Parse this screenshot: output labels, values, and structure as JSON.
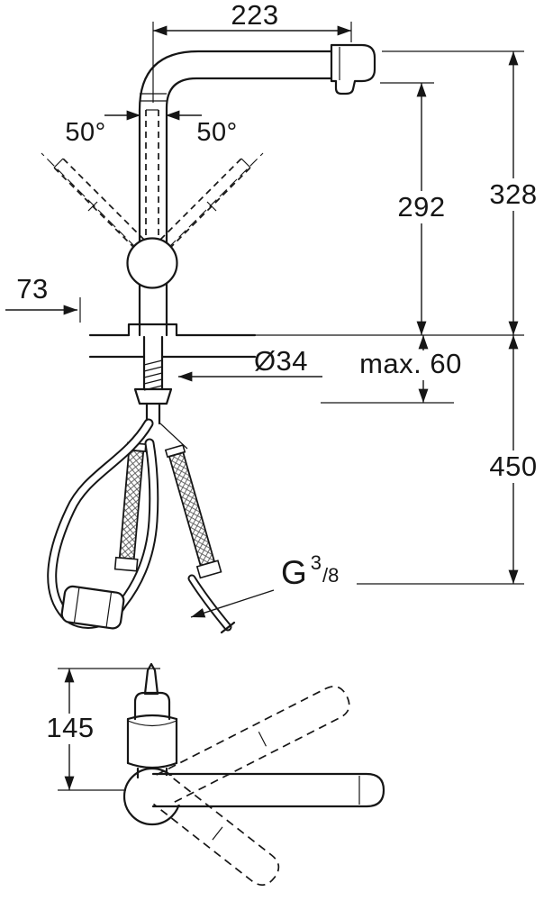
{
  "dimensions": {
    "spout_reach": "223",
    "swivel_left": "50°",
    "swivel_right": "50°",
    "spout_height": "292",
    "total_height": "328",
    "lever_length": "73",
    "hole_diameter": "Ø34",
    "max_counter_thickness": "max. 60",
    "hose_drop": "450",
    "body_height": "145"
  },
  "thread": {
    "prefix": "G",
    "numerator": "3",
    "denominator": "/8"
  }
}
